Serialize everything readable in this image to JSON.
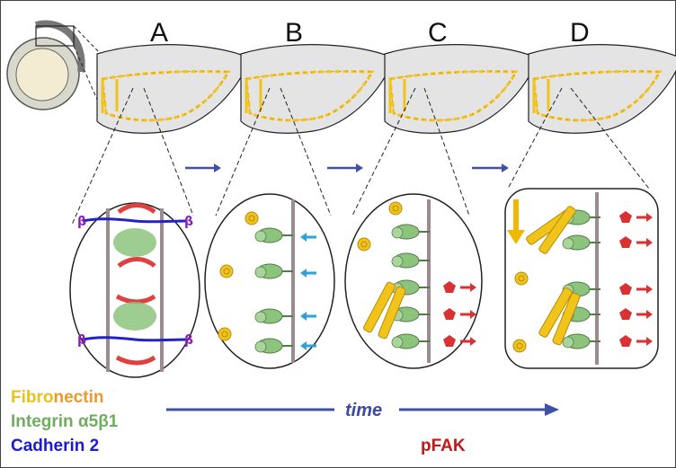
{
  "panels": [
    "A",
    "B",
    "C",
    "D"
  ],
  "legend": {
    "fibronectin": {
      "part1": "Fibro",
      "part2": "nectin",
      "color1": "#e8c21a",
      "color2": "#e89a2a"
    },
    "integrin": {
      "text": "Integrin α5β1",
      "color": "#6fae5f"
    },
    "cadherin": {
      "text": "Cadherin 2",
      "color": "#1a1ad0"
    },
    "pfak": {
      "text": "pFAK",
      "color": "#c41616"
    }
  },
  "time_label": "time",
  "beta_label": "β",
  "colors": {
    "arrow_blue": "#3f51a3",
    "tissue_gray": "#e4e4e4",
    "fibronectin_yellow": "#f0c419",
    "fibronectin_orange": "#e8862a",
    "integrin_green": "#8cc47e",
    "pfak_red": "#d93232",
    "push_arrow_cyan": "#2da3d8",
    "rotation_red": "#e04040"
  },
  "icons": [
    "embryo-icon",
    "tissue-section-icon",
    "integrin-icon",
    "fibronectin-fibril-icon",
    "pfak-icon",
    "force-arrow-icon"
  ]
}
